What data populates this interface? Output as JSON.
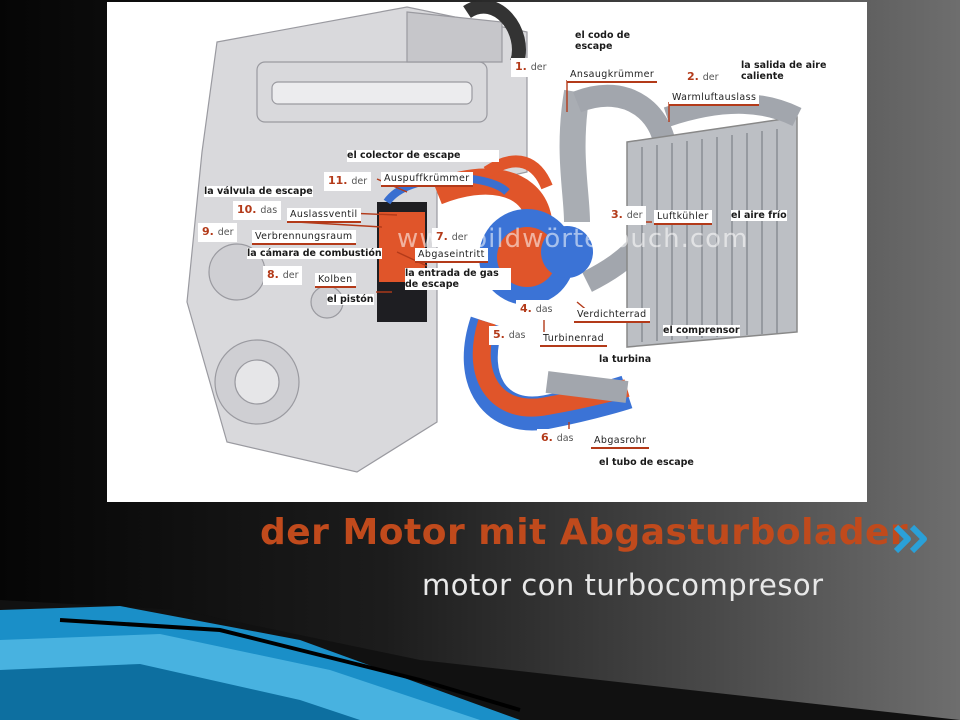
{
  "slide": {
    "title": "der Motor mit Abgasturbolader",
    "subtitle": "motor con turbocompresor",
    "watermark": "www.bildwörterbuch.com"
  },
  "colors": {
    "title": "#c04a1c",
    "number": "#b33a19",
    "accent_wave": "#1a8fc8",
    "chevron": "#2aa0d8"
  },
  "labels": [
    {
      "num": "1.",
      "art": "der",
      "german": "Ansaugkrümmer",
      "spanish": "el codo de escape"
    },
    {
      "num": "2.",
      "art": "der",
      "german": "Warmluftauslass",
      "spanish": "la salida de aire caliente"
    },
    {
      "num": "3.",
      "art": "der",
      "german": "Luftkühler",
      "spanish": "el aire frío"
    },
    {
      "num": "4.",
      "art": "das",
      "german": "Verdichterrad",
      "spanish": "el comprensor"
    },
    {
      "num": "5.",
      "art": "das",
      "german": "Turbinenrad",
      "spanish": "la turbina"
    },
    {
      "num": "6.",
      "art": "das",
      "german": "Abgasrohr",
      "spanish": "el tubo de escape"
    },
    {
      "num": "7.",
      "art": "der",
      "german": "Abgaseintritt",
      "spanish": "la entrada de gas de escape"
    },
    {
      "num": "8.",
      "art": "der",
      "german": "Kolben",
      "spanish": "el pistón"
    },
    {
      "num": "9.",
      "art": "der",
      "german": "Verbrennungsraum",
      "spanish": "la cámara de combustión"
    },
    {
      "num": "10.",
      "art": "das",
      "german": "Auslassventil",
      "spanish": "la válvula de escape"
    },
    {
      "num": "11.",
      "art": "der",
      "german": "Auspuffkrümmer",
      "spanish": "el colector de escape"
    }
  ],
  "icons": {
    "next": "double-chevron-right-icon"
  }
}
